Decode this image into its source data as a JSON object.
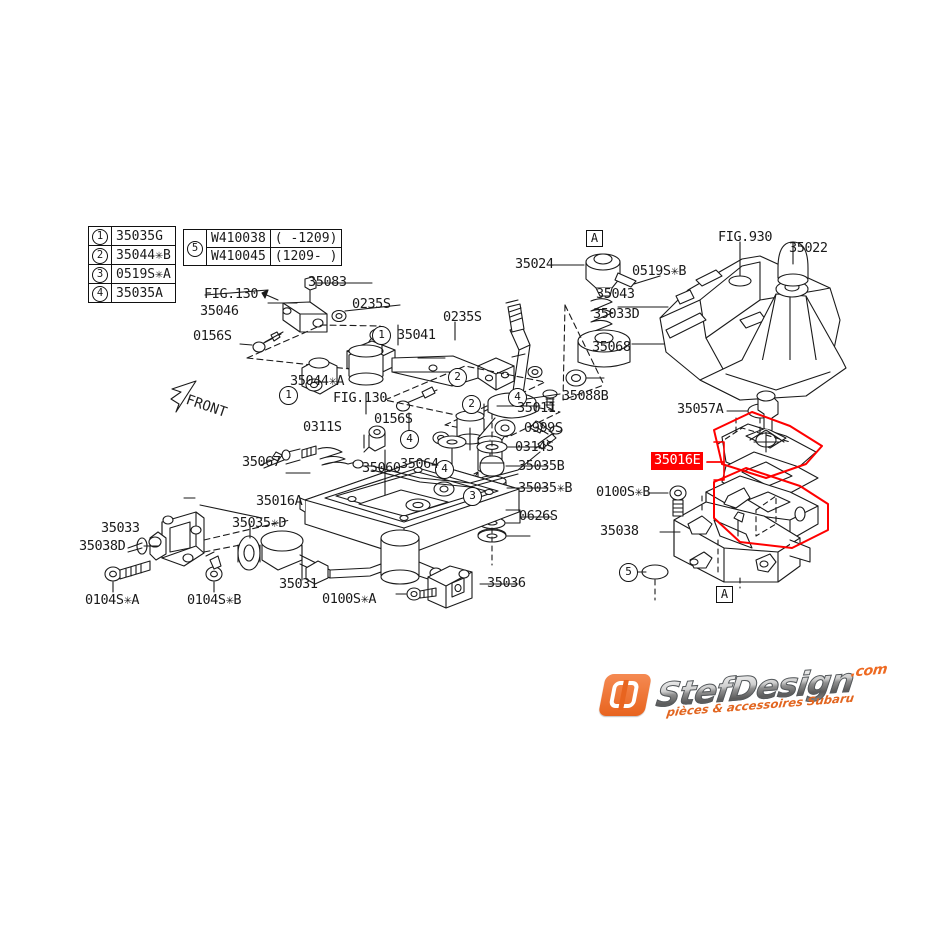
{
  "diagram": {
    "title": "Subaru gear shift lever assembly parts diagram",
    "front_arrow_label": "FRONT",
    "highlight_color": "#ff0000",
    "line_color": "#1a1a1a"
  },
  "legend_left": {
    "rows": [
      {
        "num": "1",
        "part": "35035G"
      },
      {
        "num": "2",
        "part": "35044✳B"
      },
      {
        "num": "3",
        "part": "0519S✳A"
      },
      {
        "num": "4",
        "part": "35035A"
      }
    ]
  },
  "legend_right": {
    "num": "5",
    "rows": [
      {
        "part": "W410038",
        "range": "( -1209)"
      },
      {
        "part": "W410045",
        "range": "(1209- )"
      }
    ]
  },
  "highlighted_part": {
    "label": "35016E"
  },
  "section_marks": [
    {
      "label": "A"
    },
    {
      "label": "A"
    }
  ],
  "callouts": [
    {
      "text": "FIG.130"
    },
    {
      "text": "35083"
    },
    {
      "text": "35046"
    },
    {
      "text": "0235S"
    },
    {
      "text": "0156S"
    },
    {
      "text": "35044✳A"
    },
    {
      "text": "FIG.130"
    },
    {
      "text": "0235S"
    },
    {
      "text": "35041"
    },
    {
      "text": "0156S"
    },
    {
      "text": "0311S"
    },
    {
      "text": "35060"
    },
    {
      "text": "35067"
    },
    {
      "text": "35064"
    },
    {
      "text": "35016A"
    },
    {
      "text": "35035✳D"
    },
    {
      "text": "35031"
    },
    {
      "text": "0100S✳A"
    },
    {
      "text": "35036"
    },
    {
      "text": "35033"
    },
    {
      "text": "35038D"
    },
    {
      "text": "0104S✳A"
    },
    {
      "text": "0104S✳B"
    },
    {
      "text": "35024"
    },
    {
      "text": "0519S✳B"
    },
    {
      "text": "35043"
    },
    {
      "text": "35033D"
    },
    {
      "text": "35068"
    },
    {
      "text": "35088B"
    },
    {
      "text": "35011"
    },
    {
      "text": "0999S"
    },
    {
      "text": "0314S"
    },
    {
      "text": "35035B"
    },
    {
      "text": "35035✳B"
    },
    {
      "text": "0626S"
    },
    {
      "text": "FIG.930"
    },
    {
      "text": "35022"
    },
    {
      "text": "35057A"
    },
    {
      "text": "0100S✳B"
    },
    {
      "text": "35038"
    }
  ],
  "circled_refs": [
    {
      "label": "1"
    },
    {
      "label": "1"
    },
    {
      "label": "2"
    },
    {
      "label": "2"
    },
    {
      "label": "4"
    },
    {
      "label": "4"
    },
    {
      "label": "4"
    },
    {
      "label": "3"
    },
    {
      "label": "5"
    }
  ],
  "watermark": {
    "brand": "StefDesign",
    "tld": ".com",
    "tagline": "pièces & accessoires Subaru",
    "badge_color": "#e8641f"
  }
}
